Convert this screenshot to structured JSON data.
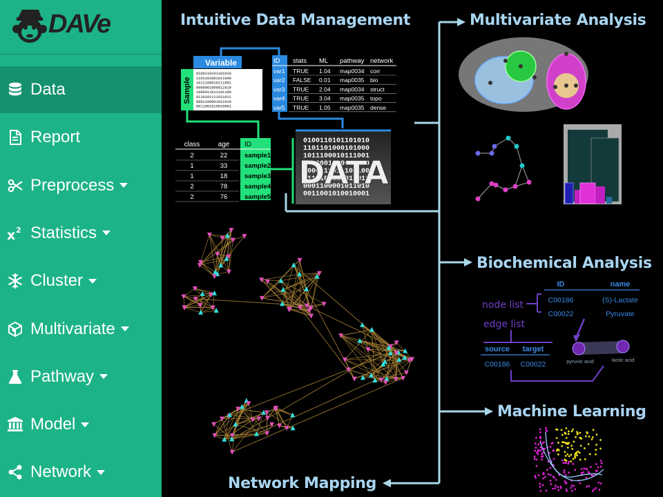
{
  "app": {
    "logo_text": "DAVe"
  },
  "sidebar": {
    "items": [
      {
        "label": "Data",
        "icon": "database-icon",
        "active": true,
        "dropdown": false
      },
      {
        "label": "Report",
        "icon": "file-text-icon",
        "active": false,
        "dropdown": false
      },
      {
        "label": "Preprocess",
        "icon": "scissors-icon",
        "active": false,
        "dropdown": true
      },
      {
        "label": "Statistics",
        "icon": "x-squared-icon",
        "active": false,
        "dropdown": true
      },
      {
        "label": "Cluster",
        "icon": "snowflake-icon",
        "active": false,
        "dropdown": true
      },
      {
        "label": "Multivariate",
        "icon": "cube-icon",
        "active": false,
        "dropdown": true
      },
      {
        "label": "Pathway",
        "icon": "flask-icon",
        "active": false,
        "dropdown": true
      },
      {
        "label": "Model",
        "icon": "institution-icon",
        "active": false,
        "dropdown": true
      },
      {
        "label": "Network",
        "icon": "share-icon",
        "active": false,
        "dropdown": true
      }
    ]
  },
  "main": {
    "titles": {
      "data_management": "Intuitive Data Management",
      "multivariate": "Multivariate Analysis",
      "biochemical": "Biochemical Analysis",
      "machine_learning": "Machine Learning",
      "network_mapping": "Network Mapping"
    },
    "variable_matrix": {
      "variable_label": "Variable",
      "sample_label": "Sample",
      "binary_lines": [
        "0100110101101010",
        "1101101001011000",
        "1011100010111001",
        "0000001000011010",
        "1000011011101100",
        "0110101111011011",
        "0001100001011010",
        "0011001010010001"
      ]
    },
    "variable_table": {
      "headers": [
        "ID",
        "stats",
        "ML",
        "pathway",
        "network"
      ],
      "rows": [
        [
          "var1",
          "TRUE",
          "1.04",
          "map0034",
          "corr"
        ],
        [
          "var2",
          "FALSE",
          "0.01",
          "map0035",
          "bio"
        ],
        [
          "var3",
          "TRUE",
          "2.04",
          "map0034",
          "struct"
        ],
        [
          "var4",
          "TRUE",
          "3.04",
          "map0035",
          "topo"
        ],
        [
          "var5",
          "TRUE",
          "1.05",
          "map0035",
          "dense"
        ]
      ]
    },
    "sample_table": {
      "headers": [
        "class",
        "age",
        "ID"
      ],
      "rows": [
        [
          "2",
          "22",
          "sample1"
        ],
        [
          "1",
          "33",
          "sample2"
        ],
        [
          "1",
          "18",
          "sample3"
        ],
        [
          "2",
          "78",
          "sample4"
        ],
        [
          "2",
          "76",
          "sample5"
        ]
      ]
    },
    "data_box": {
      "label": "DATA",
      "binary_lines": [
        "0100110101101010",
        "1101101000101000",
        "1011100010111001",
        "0000001000011010",
        "1000011011101100",
        "0110101111011011",
        "0001100001011010",
        "0011001010010001"
      ]
    },
    "biochem": {
      "node_list_label": "node list",
      "edge_list_label": "edge list",
      "node_headers": [
        "ID",
        "name"
      ],
      "node_rows": [
        [
          "C00186",
          "(S)-Lactate"
        ],
        [
          "C00022",
          "Pyruvate"
        ]
      ],
      "edge_headers": [
        "source",
        "target"
      ],
      "edge_rows": [
        [
          "C00186",
          "C00022"
        ]
      ],
      "node_a_label": "pyruvic acid",
      "node_b_label": "lactic acid"
    },
    "colors": {
      "sidebar": "#1db388",
      "sidebar_active": "#15916f",
      "title": "#a8d4f0",
      "connector": "#a8d8e8",
      "green": "#22e07a",
      "blue": "#2a8ae0"
    }
  }
}
